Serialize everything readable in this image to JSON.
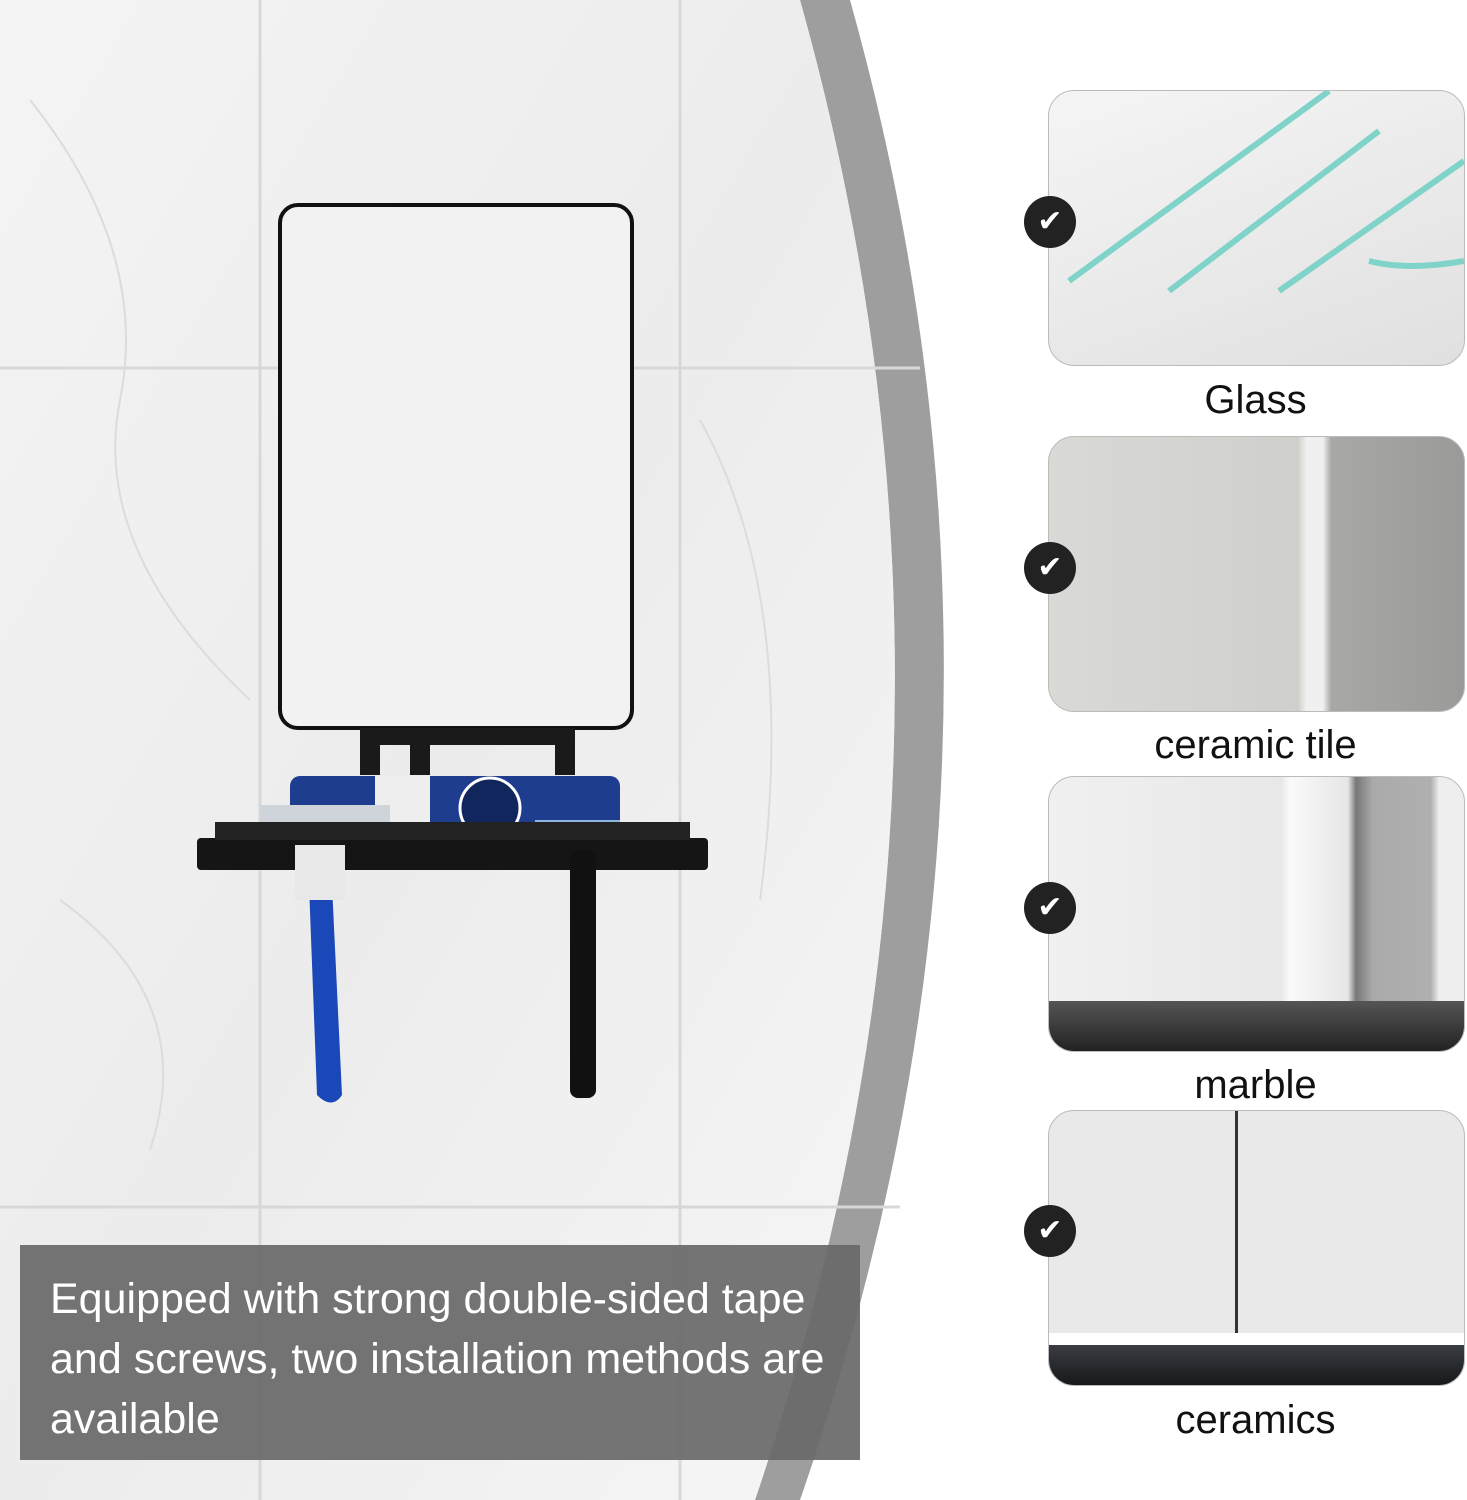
{
  "caption": "Equipped with strong double-sided tape and screws, two installation methods are available",
  "surfaces": [
    {
      "label": "Glass",
      "icon": "check-icon"
    },
    {
      "label": "ceramic tile",
      "icon": "check-icon"
    },
    {
      "label": "marble",
      "icon": "check-icon"
    },
    {
      "label": "ceramics",
      "icon": "check-icon"
    }
  ],
  "colors": {
    "arc": "#9e9e9e",
    "caption_bg": "#696969",
    "check_bg": "#222222"
  }
}
